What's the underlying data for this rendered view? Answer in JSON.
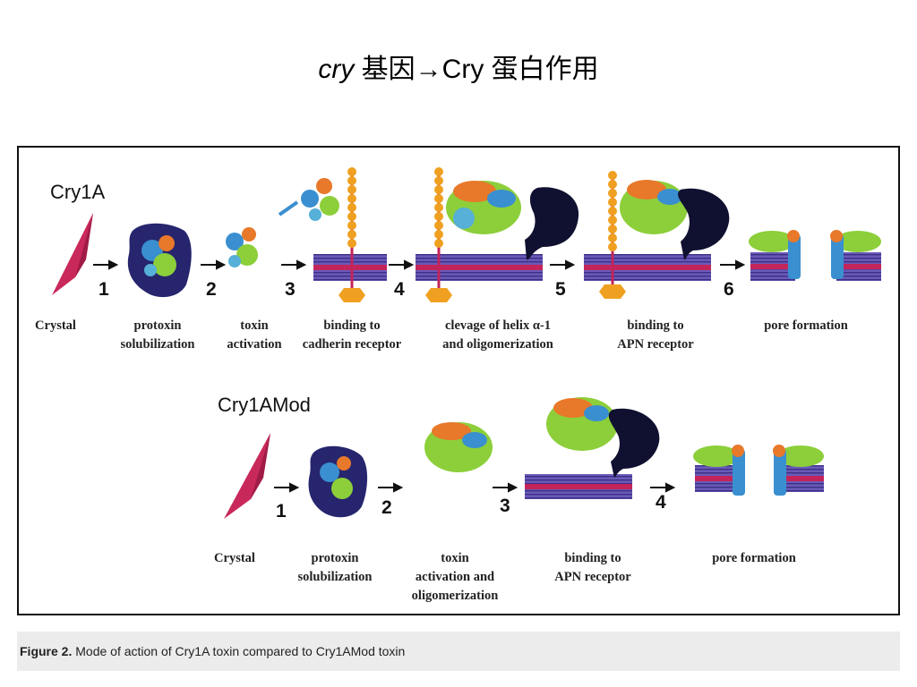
{
  "slide": {
    "title_gene": "cry",
    "title_rest": " 基因→Cry 蛋白作用"
  },
  "figure": {
    "panel_top": {
      "label": "Cry1A",
      "steps": [
        "1",
        "2",
        "3",
        "4",
        "5",
        "6"
      ],
      "stages": [
        [
          "Crystal"
        ],
        [
          "protoxin",
          "solubilization"
        ],
        [
          "toxin",
          "activation"
        ],
        [
          "binding to",
          "cadherin receptor"
        ],
        [
          "clevage of helix α-1",
          "and oligomerization"
        ],
        [
          "binding to",
          "APN receptor"
        ],
        [
          "pore formation"
        ]
      ]
    },
    "panel_bottom": {
      "label": "Cry1AMod",
      "steps": [
        "1",
        "2",
        "3",
        "4"
      ],
      "stages": [
        [
          "Crystal"
        ],
        [
          "protoxin",
          "solubilization"
        ],
        [
          "toxin",
          "activation and",
          "oligomerization"
        ],
        [
          "binding to",
          "APN receptor"
        ],
        [
          "pore formation"
        ]
      ]
    },
    "colors": {
      "crystal": "#c8285a",
      "solubilization_blob": "#26256e",
      "membrane_outer": "#5a4aa8",
      "membrane_core": "#c3245a",
      "cadherin_bead": "#f0a020",
      "receptor_dark": "#101030",
      "protein_green": "#8ccf3a",
      "protein_orange": "#e8782a",
      "protein_blue": "#3a8fd0"
    }
  },
  "caption": {
    "label": "Figure 2.",
    "text": " Mode of action of Cry1A toxin compared to Cry1AMod toxin"
  }
}
